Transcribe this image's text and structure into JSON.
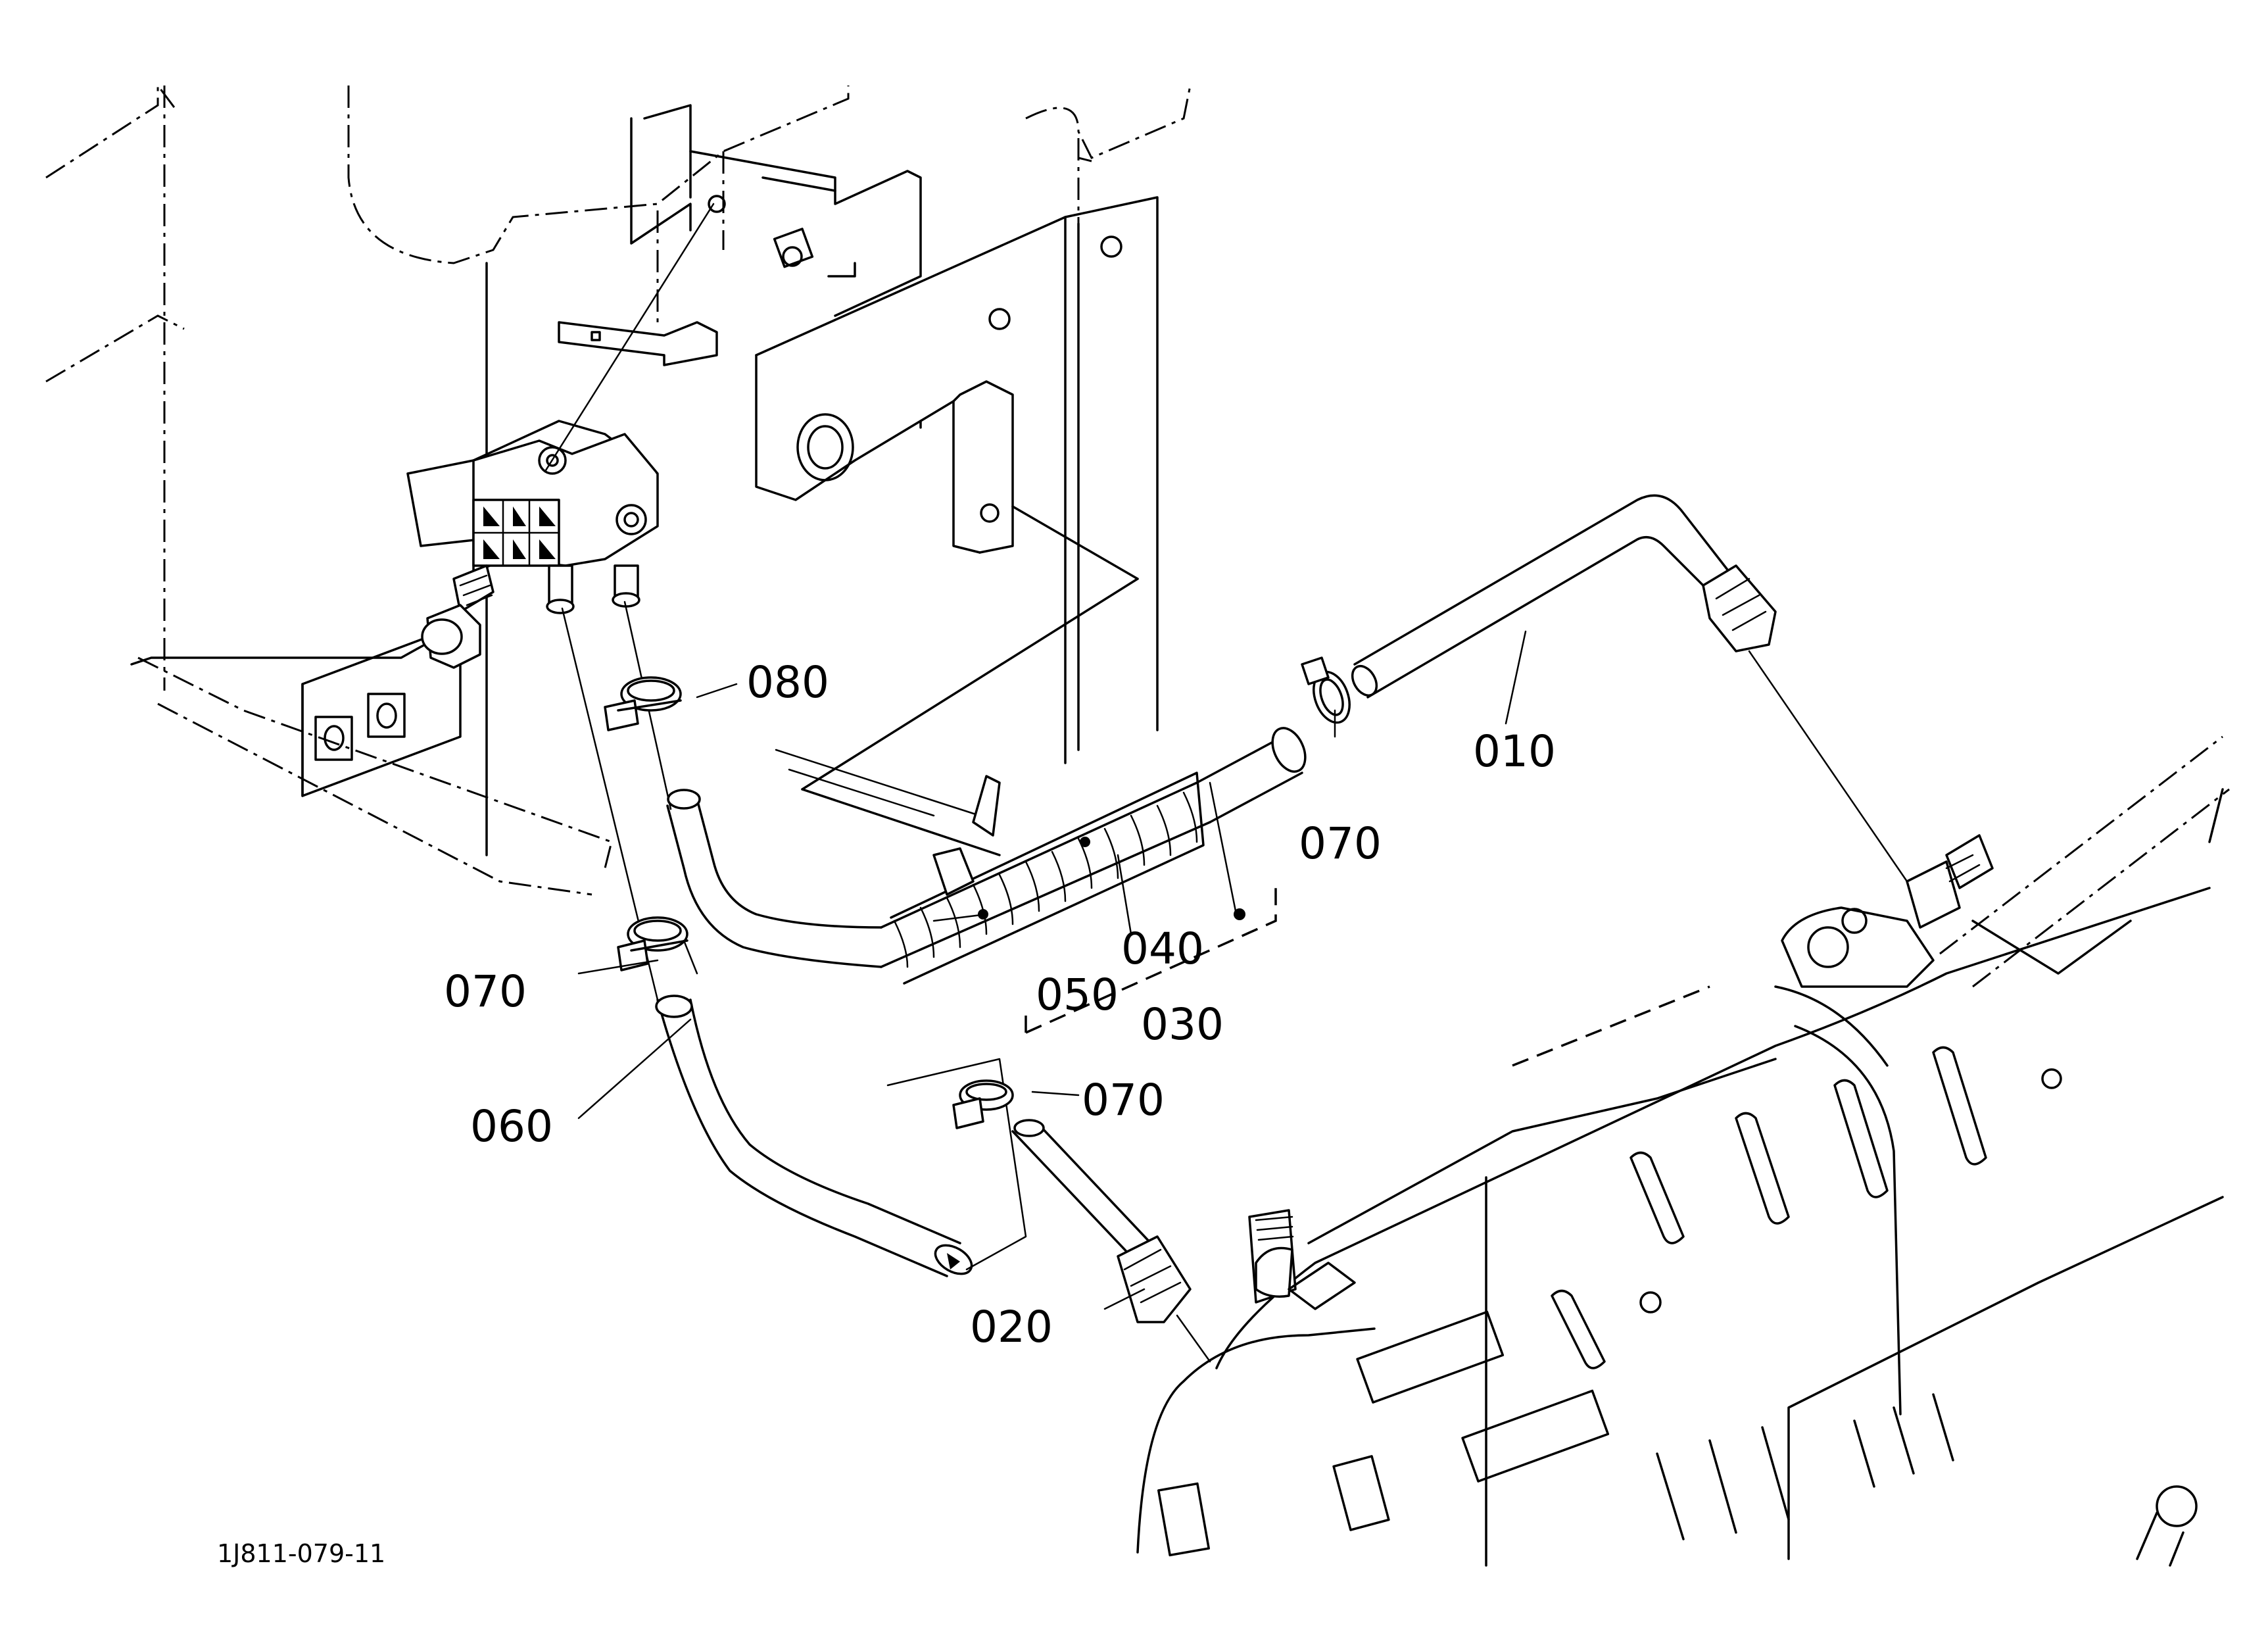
{
  "diagram": {
    "drawing_code": "1J811-079-11",
    "callouts": [
      {
        "id": "callout-010",
        "label": "010"
      },
      {
        "id": "callout-020",
        "label": "020"
      },
      {
        "id": "callout-030",
        "label": "030"
      },
      {
        "id": "callout-040",
        "label": "040"
      },
      {
        "id": "callout-050",
        "label": "050"
      },
      {
        "id": "callout-060",
        "label": "060"
      },
      {
        "id": "callout-070a",
        "label": "070"
      },
      {
        "id": "callout-070b",
        "label": "070"
      },
      {
        "id": "callout-070c",
        "label": "070"
      },
      {
        "id": "callout-080",
        "label": "080"
      }
    ]
  }
}
